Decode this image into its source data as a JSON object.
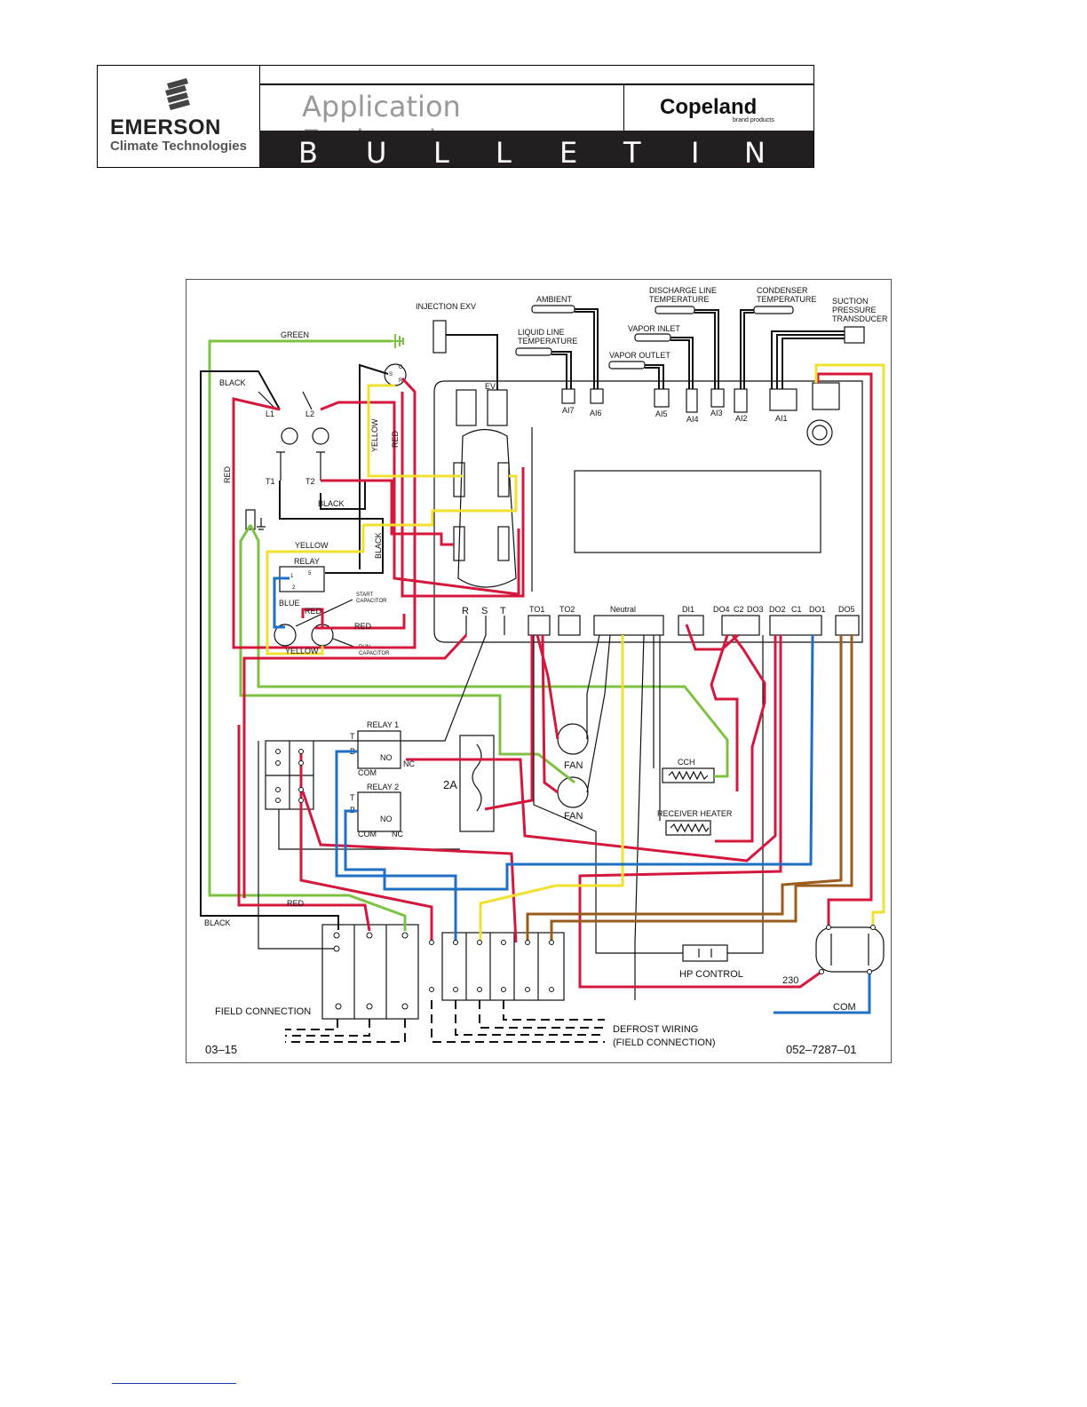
{
  "header": {
    "company": "EMERSON",
    "company_sub": "Climate Technologies",
    "title": "Application Engineering",
    "brand": "Copeland",
    "brand_sub": "brand products",
    "bulletin_letters": [
      "B",
      "U",
      "L",
      "L",
      "E",
      "T",
      "I",
      "N"
    ]
  },
  "diagram": {
    "top_labels": {
      "injection_exv": "INJECTION  EXV",
      "ambient": "AMBIENT",
      "discharge_line_1": "DISCHARGE  LINE",
      "discharge_line_2": "TEMPERATURE",
      "condenser_1": "CONDENSER",
      "condenser_2": "TEMPERATURE",
      "suction_1": "SUCTION",
      "suction_2": "PRESSURE",
      "suction_3": "TRANSDUCER",
      "liquid_line_1": "LIQUID  LINE",
      "liquid_line_2": "TEMPERATURE",
      "vapor_inlet": "VAPOR  INLET",
      "vapor_outlet": "VAPOR  OUTLET"
    },
    "connector_labels": {
      "ev": "EV",
      "ai7": "AI7",
      "ai6": "AI6",
      "ai5": "AI5",
      "ai4": "AI4",
      "ai3": "AI3",
      "ai2": "AI2",
      "ai1": "AI1"
    },
    "terminal_labels": {
      "r": "R",
      "s": "S",
      "t": "T",
      "to1": "TO1",
      "to2": "TO2",
      "neutral": "Neutral",
      "di1": "DI1",
      "do4": "DO4",
      "c2": "C2",
      "do3": "DO3",
      "do2": "DO2",
      "c1": "C1",
      "do1": "DO1",
      "do5": "DO5"
    },
    "wire_labels": {
      "green": "GREEN",
      "black_top": "BLACK",
      "red_left": "RED",
      "yellow_v": "YELLOW",
      "red_v": "RED",
      "black_t2": "BLACK",
      "yellow_relay": "YELLOW",
      "black_v": "BLACK",
      "blue": "BLUE",
      "red_cap": "RED",
      "red_cap2": "RED",
      "yellow_cap": "YELLOW",
      "red_bottom": "RED",
      "black_bottom": "BLACK"
    },
    "component_labels": {
      "l1": "L1",
      "l2": "L2",
      "t1": "T1",
      "t2": "T2",
      "c": "C",
      "s": "S",
      "r": "R",
      "relay": "RELAY",
      "relay_1": "1",
      "relay_2": "2",
      "relay_5": "5",
      "start_cap_1": "START",
      "start_cap_2": "CAPACITOR",
      "run_cap_1": "RUN",
      "run_cap_2": "CAPACITOR",
      "relay1": "RELAY  1",
      "relay2": "RELAY  2",
      "t": "T",
      "b": "B",
      "no": "NO",
      "nc": "NC",
      "com": "COM",
      "fuse": "2A",
      "fan": "FAN",
      "cch": "CCH",
      "receiver_heater": "RECEIVER  HEATER",
      "hp_control": "HP  CONTROL",
      "v230": "230",
      "com_bottom": "COM",
      "field_connection": "FIELD  CONNECTION",
      "defrost_1": "DEFROST  WIRING",
      "defrost_2": "(FIELD  CONNECTION)",
      "date": "03–15",
      "part_number": "052–7287–01"
    }
  }
}
